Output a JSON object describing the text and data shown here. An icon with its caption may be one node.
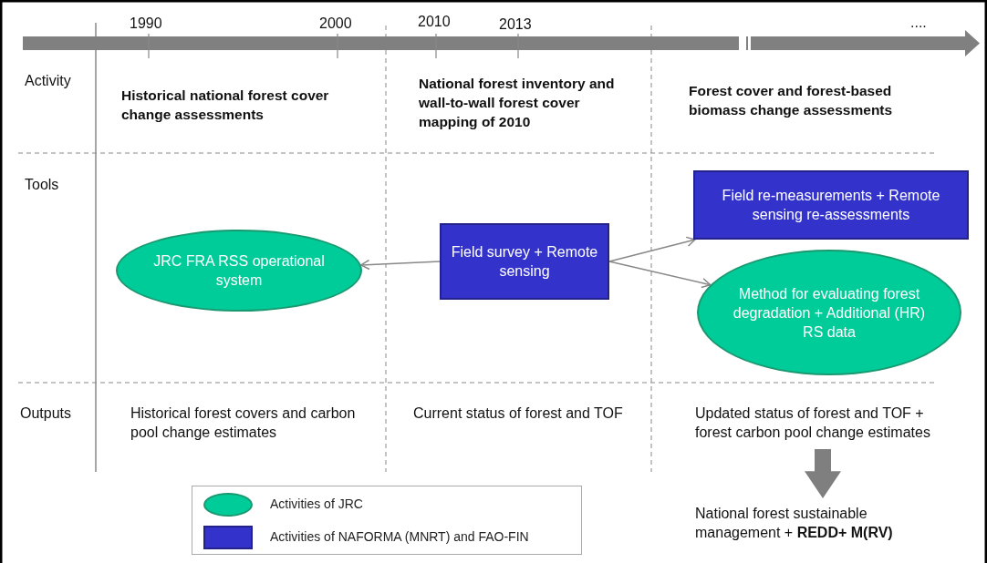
{
  "diagram": {
    "nodes": [
      {
        "text": [
          "JRC FRA RSS operational system"
        ]
      },
      {
        "text": [
          "Field survey + Remote sensing"
        ]
      },
      {
        "text": [
          "Field re-measurements + Remote sensing re-assessments"
        ]
      },
      {
        "text": [
          "Method for evaluating forest degradation + Additional (HR) RS data"
        ]
      },
      {
        "text": [
          "Updated status of forest and TOF + forest carbon pool change estimates"
        ]
      },
      {
        "text": [
          "National forest sustainable management + **REDD+ M(RV)**"
        ]
      }
    ],
    "edges": [
      {
        "from": 1,
        "to": 0,
        "arrow": "to"
      },
      {
        "from": 1,
        "to": 2,
        "arrow": "to"
      },
      {
        "from": 1,
        "to": 3,
        "arrow": "to"
      },
      {
        "from": 4,
        "to": 5,
        "arrow": "to",
        "style": "thick"
      }
    ],
    "labels": [
      "1990",
      "2000",
      "2010",
      "2013",
      "....",
      "Activity",
      "Historical national forest cover change assessments",
      "National forest inventory and wall-to-wall forest cover mapping of 2010",
      "Forest cover and forest-based biomass change assessments",
      "Tools",
      "Outputs",
      "Historical forest covers and carbon pool change estimates",
      "Current status of forest and TOF"
    ],
    "legend": [
      {
        "text": "Activities of JRC",
        "color": "#00cc99"
      },
      {
        "text": "Activities of NAFORMA (MNRT) and FAO-FIN",
        "color": "#3333cc"
      }
    ]
  }
}
